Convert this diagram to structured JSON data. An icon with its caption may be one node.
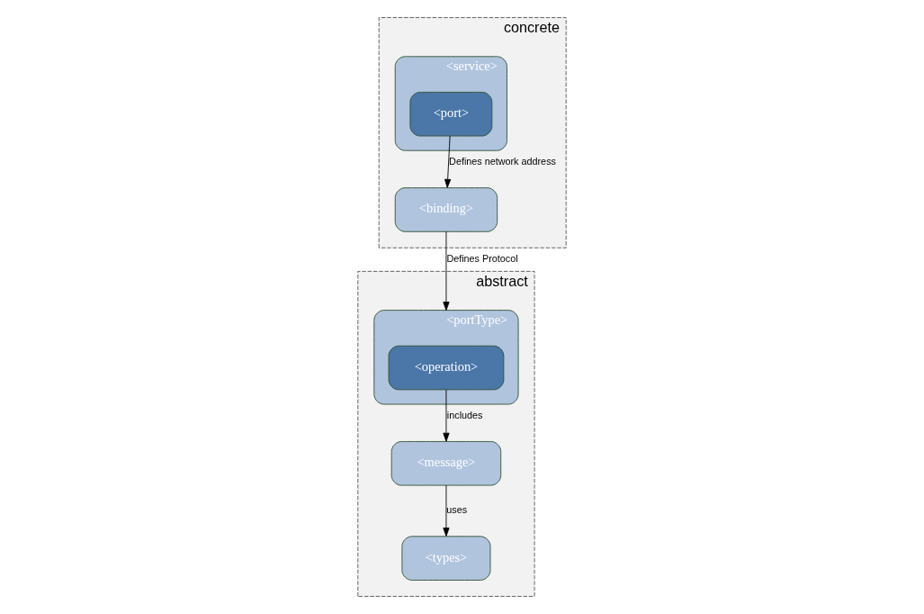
{
  "diagram": {
    "nodes": [
      {
        "text": [
          "abstract"
        ]
      },
      {
        "text": [
          "<message>"
        ],
        "in": 0
      },
      {
        "text": [
          "<types>"
        ],
        "in": 0
      },
      {
        "text": [
          "<portType>"
        ],
        "in": 0
      },
      {
        "text": [
          "<operation>"
        ],
        "in": 3
      },
      {
        "text": [
          "concrete"
        ]
      },
      {
        "text": [
          "<service>"
        ],
        "in": 5
      },
      {
        "text": [
          "<port>"
        ],
        "in": 6
      },
      {
        "text": [
          "<binding>"
        ],
        "in": 5
      }
    ],
    "edges": [
      {
        "from": 4,
        "to": 1,
        "arrow": "to",
        "label": "includes"
      },
      {
        "from": 1,
        "to": 2,
        "arrow": "to",
        "label": "uses"
      },
      {
        "from": 8,
        "to": 3,
        "arrow": "to",
        "label": "Defines Protocol"
      },
      {
        "from": 7,
        "to": 8,
        "arrow": "to",
        "label": "Defines network address"
      }
    ]
  }
}
